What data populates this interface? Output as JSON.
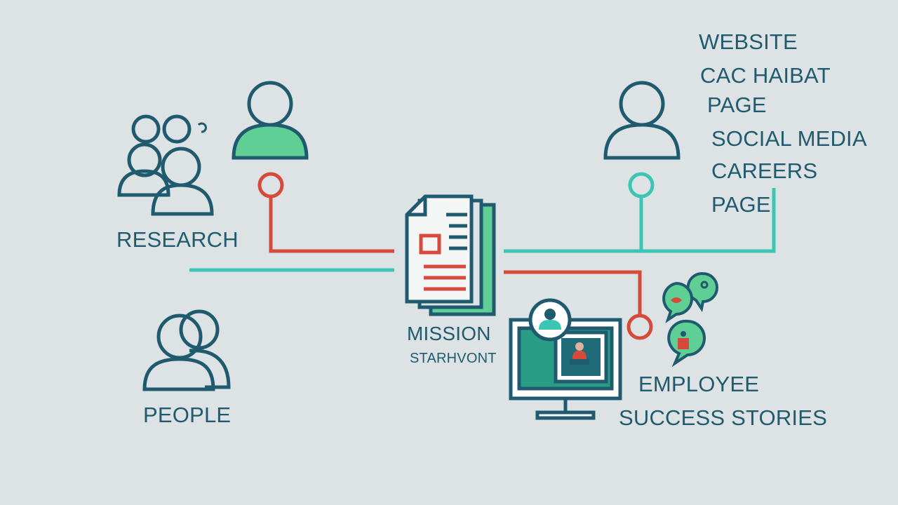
{
  "labels": {
    "research": "RESEARCH",
    "people": "PEOPLE",
    "mission": "MISSION",
    "mission_sub": "STARHVONT",
    "website": "WEBSITE",
    "cac": "CAC HAIBAT",
    "page_1": "PAGE",
    "social_media": "SOCIAL MEDIA",
    "careers": "CAREERS",
    "page_2": "PAGE",
    "employee": "EMPLOYEE",
    "success_stories": "SUCCESS STORIES"
  },
  "icons": {
    "group": "people-group-icon",
    "person_left": "person-icon",
    "person_right": "person-icon",
    "people_pair": "people-pair-icon",
    "document": "document-icon",
    "monitor": "monitor-icon",
    "chat": "chat-bubbles-icon"
  },
  "colors": {
    "background": "#dde3e5",
    "navy": "#1f5a6e",
    "teal": "#3cc4b4",
    "red": "#d54a3a",
    "green": "#5fcf95"
  }
}
